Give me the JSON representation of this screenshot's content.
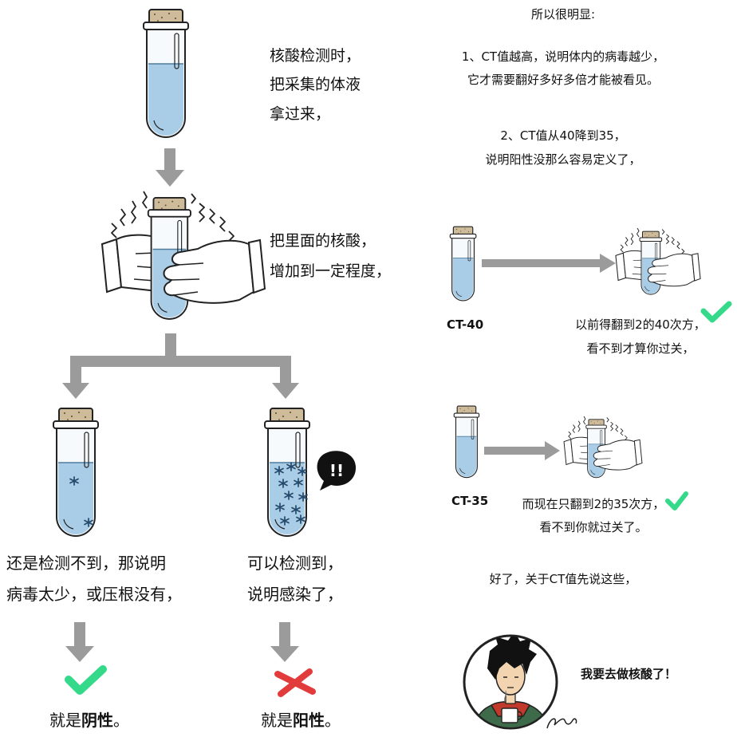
{
  "left": {
    "step1": [
      "核酸检测时，",
      "把采集的体液",
      "拿过来，"
    ],
    "step2": [
      "把里面的核酸，",
      "增加到一定程度，"
    ],
    "negative_text": [
      "还是检测不到，那说明",
      "病毒太少，或压根没有，"
    ],
    "positive_text": [
      "可以检测到，",
      "说明感染了，"
    ],
    "negative_result": {
      "prefix": "就是",
      "bold": "阴性",
      "suffix": "。"
    },
    "positive_result": {
      "prefix": "就是",
      "bold": "阳性",
      "suffix": "。"
    },
    "alert": "!!"
  },
  "right": {
    "intro": "所以很明显:",
    "point1": [
      "1、CT值越高，说明体内的病毒越少，",
      "它才需要翻好多好多倍才能被看见。"
    ],
    "point2": [
      "2、CT值从40降到35，",
      "说明阳性没那么容易定义了，"
    ],
    "ct40": {
      "label": "CT-40",
      "lines": [
        "以前得翻到2的40次方，",
        "看不到才算你过关，"
      ]
    },
    "ct35": {
      "label": "CT-35",
      "lines": [
        "而现在只翻到2的35次方，",
        "看不到你就过关了。"
      ]
    },
    "closing": "好了，关于CT值先说这些，",
    "speech": "我要去做核酸了！"
  },
  "icons": {
    "check": "check-icon",
    "cross": "cross-icon",
    "alert": "exclamation-bubble-icon",
    "tube": "test-tube-icon",
    "hands": "gloved-hands-icon"
  },
  "colors": {
    "liquid": "#a9cde6",
    "arrow": "#9b9b9b",
    "check": "#35d98a",
    "cross": "#e23b3b"
  }
}
